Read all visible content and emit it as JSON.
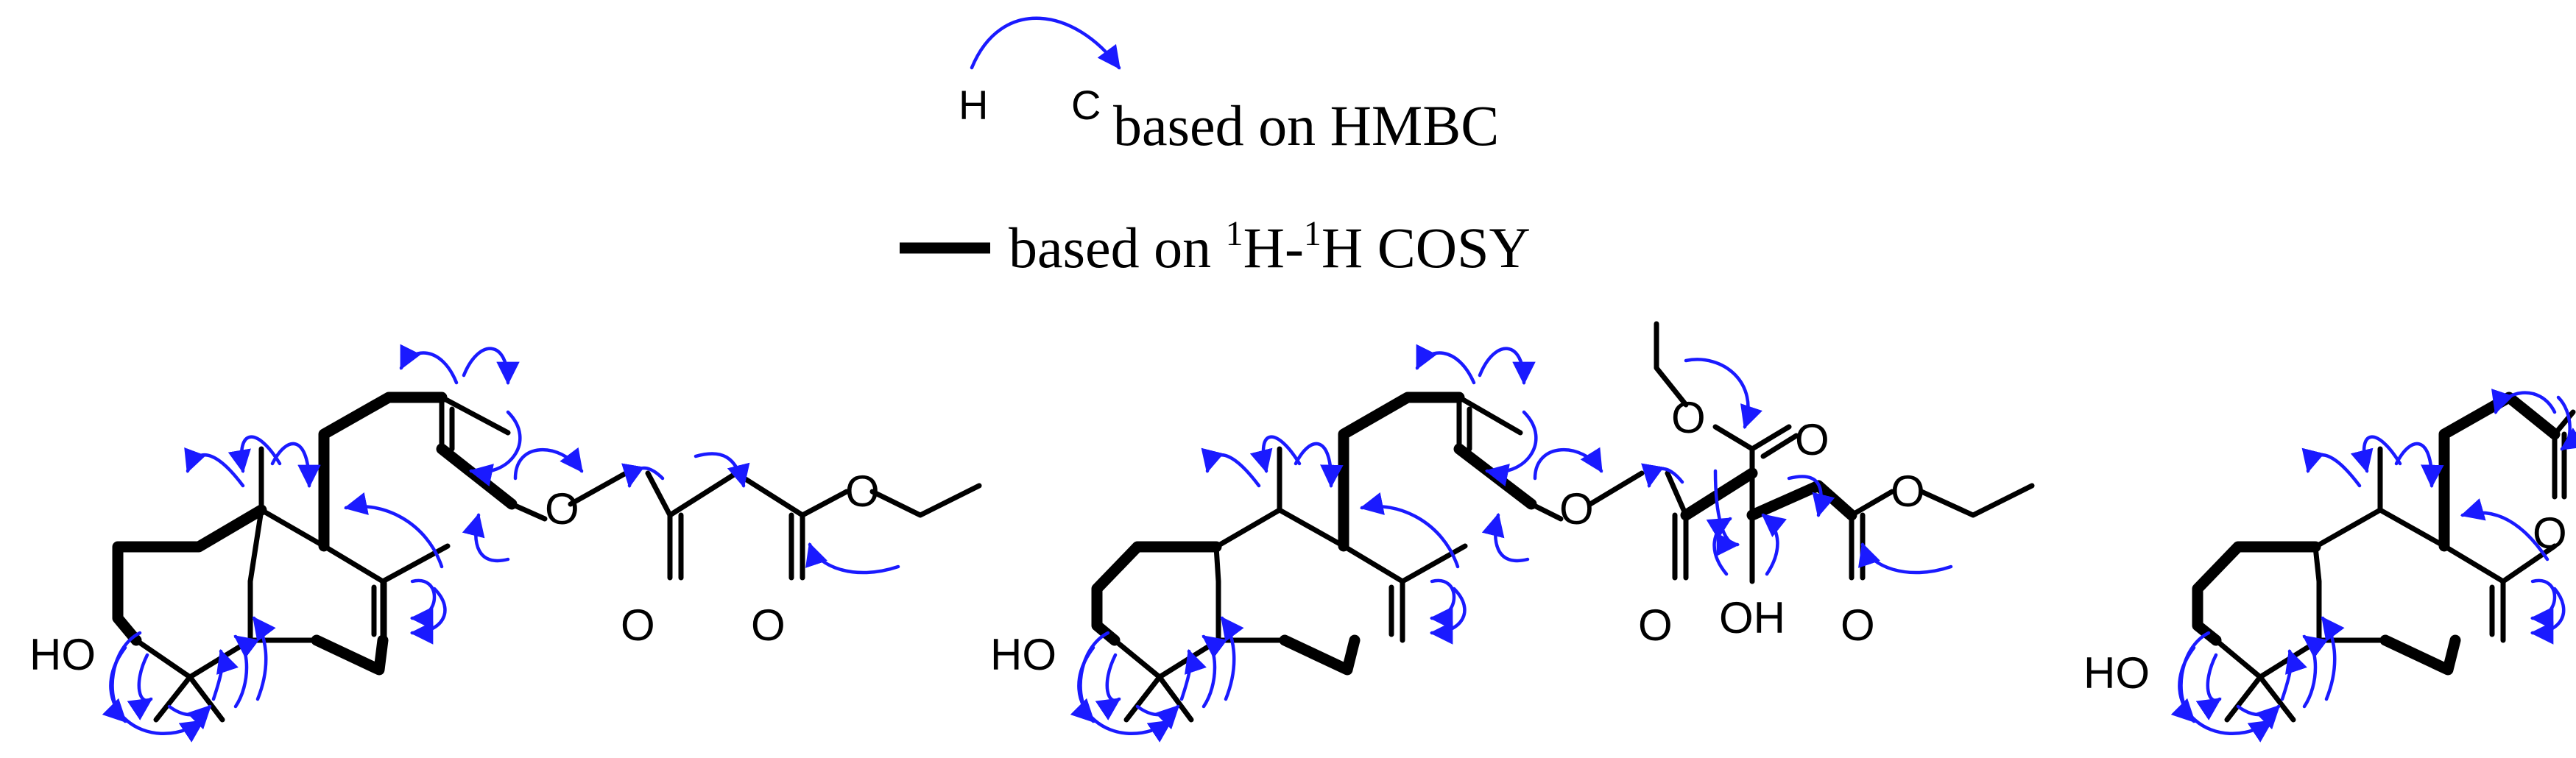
{
  "legend": {
    "hmbc_from": "H",
    "hmbc_to": "C",
    "hmbc_text": "based on HMBC",
    "cosy_prefix": "based on ",
    "cosy_sup1": "1",
    "cosy_h1": "H-",
    "cosy_sup2": "1",
    "cosy_h2": "H COSY"
  },
  "atom_labels": {
    "hydroxyl": "HO",
    "oxygen": "O",
    "hydroxyl_right": "OH"
  },
  "colors": {
    "hmbc_arrow": "#1a1aff",
    "bond": "#000000",
    "background": "#ffffff"
  }
}
